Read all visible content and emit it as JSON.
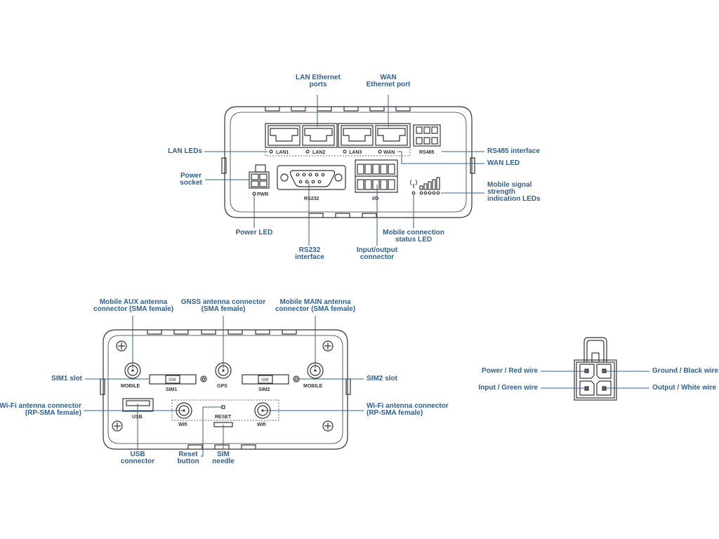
{
  "colors": {
    "label": "#2f5f8f",
    "line": "#2f5f8f",
    "device_outline": "#333333"
  },
  "front_panel": {
    "labels": {
      "lan_ports": [
        "LAN Ethernet",
        "ports"
      ],
      "wan_port": [
        "WAN",
        "Ethernet port"
      ],
      "lan_leds": "LAN LEDs",
      "rs485": "RS485 interface",
      "wan_led": "WAN LED",
      "power_socket": [
        "Power",
        "socket"
      ],
      "signal_leds": [
        "Mobile signal",
        "strength",
        "indication LEDs"
      ],
      "power_led": "Power LED",
      "mobile_status_led": [
        "Mobile connection",
        "status LED"
      ],
      "rs232": [
        "RS232",
        "interface"
      ],
      "io_connector": [
        "Input/output",
        "connector"
      ]
    },
    "device_text": {
      "lan1": "LAN1",
      "lan2": "LAN2",
      "lan3": "LAN3",
      "wan": "WAN",
      "rs485": "RS485",
      "pwr": "PWR",
      "rs232": "RS232",
      "io": "I/O"
    }
  },
  "back_panel": {
    "labels": {
      "mobile_aux": [
        "Mobile AUX antenna",
        "connector (SMA female)"
      ],
      "gnss": [
        "GNSS antenna connector",
        "(SMA female)"
      ],
      "mobile_main": [
        "Mobile MAIN antenna",
        "connector (SMA female)"
      ],
      "sim1_slot": "SIM1 slot",
      "sim2_slot": "SIM2 slot",
      "wifi_left": [
        "Wi-Fi antenna connector",
        "(RP-SMA female)"
      ],
      "wifi_right": [
        "Wi-Fi antenna connector",
        "(RP-SMA female)"
      ],
      "usb": [
        "USB",
        "connector"
      ],
      "reset": [
        "Reset",
        "button"
      ],
      "sim_needle": [
        "SIM",
        "needle"
      ]
    },
    "device_text": {
      "mobile_left": "MOBILE",
      "mobile_right": "MOBILE",
      "gps": "GPS",
      "sim1": "SIM1",
      "sim2": "SIM2",
      "sim_tag": "SIM",
      "usb": "USB",
      "wifi_left": "Wifi",
      "wifi_right": "Wifi",
      "reset": "RESET"
    }
  },
  "power_connector": {
    "labels": {
      "power": "Power / Red wire",
      "ground": "Ground / Black wire",
      "input": "Input / Green wire",
      "output": "Output / White wire"
    }
  }
}
